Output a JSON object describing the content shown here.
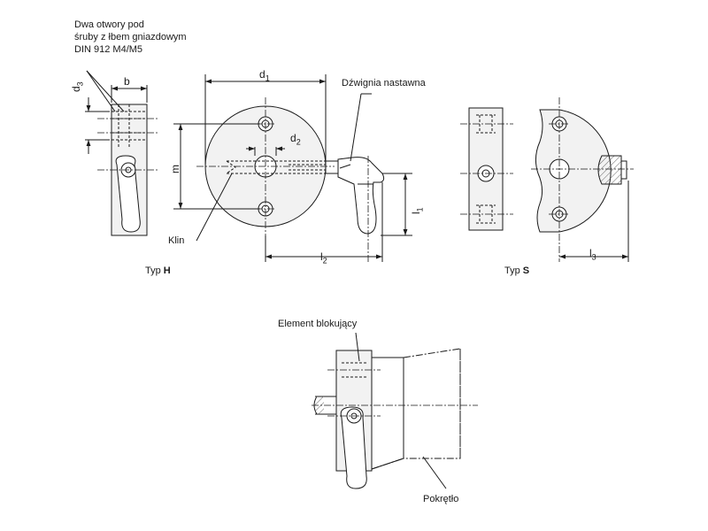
{
  "labels": {
    "holes_note_1": "Dwa otwory pod",
    "holes_note_2": "śruby z łbem gniazdowym",
    "holes_note_3": "DIN 912  M4/M5",
    "lever": "Dźwignia nastawna",
    "wedge": "Klin",
    "locking_element": "Element blokujący",
    "knob": "Pokrętło",
    "type_h_prefix": "Typ",
    "type_h_letter": "H",
    "type_s_prefix": "Typ",
    "type_s_letter": "S"
  },
  "dimensions": {
    "b": "b",
    "d3_base": "d",
    "d3_sub": "3",
    "d1_base": "d",
    "d1_sub": "1",
    "d2_base": "d",
    "d2_sub": "2",
    "m": "m",
    "l1_base": "l",
    "l1_sub": "1",
    "l2_base": "l",
    "l2_sub": "2",
    "l3_base": "l",
    "l3_sub": "3"
  },
  "colors": {
    "line": "#1a1a1a",
    "fill": "#f2f2f2",
    "hatch": "#666666"
  }
}
